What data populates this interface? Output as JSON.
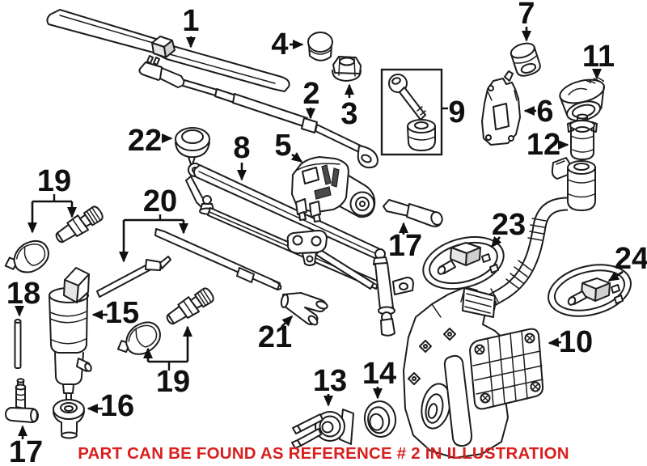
{
  "diagram": {
    "kind": "exploded-parts-illustration",
    "background": "#ffffff",
    "line_color": "#1c1c1c",
    "notice": {
      "text": "PART CAN BE FOUND AS REFERENCE # 2 IN ILLUSTRATION",
      "color": "#d91f1f"
    },
    "callouts": {
      "n1": "1",
      "n2": "2",
      "n3": "3",
      "n4": "4",
      "n5": "5",
      "n6": "6",
      "n7": "7",
      "n8": "8",
      "n9": "9",
      "n10": "10",
      "n11": "11",
      "n12": "12",
      "n13": "13",
      "n14": "14",
      "n15": "15",
      "n16": "16",
      "n17a": "17",
      "n17b": "17",
      "n18": "18",
      "n19a": "19",
      "n19b": "19",
      "n20": "20",
      "n21": "21",
      "n22": "22",
      "n23": "23",
      "n24": "24"
    }
  }
}
